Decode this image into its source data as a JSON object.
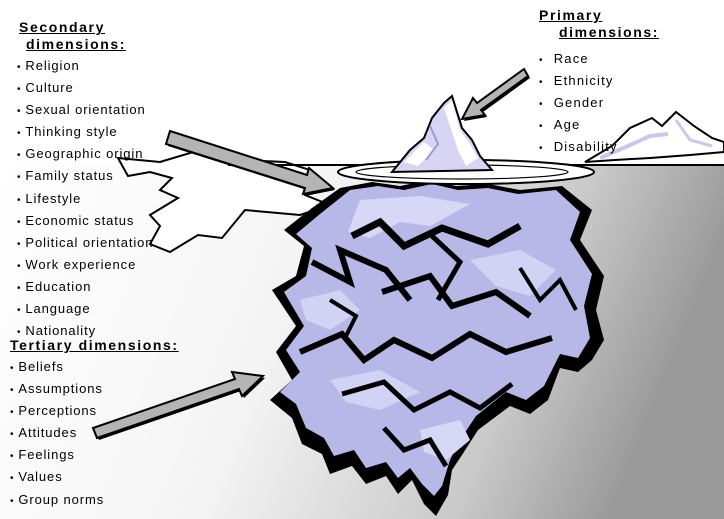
{
  "secondary": {
    "heading_line1": "Secondary",
    "heading_line2": "dimensions:",
    "items": [
      "Religion",
      "Culture",
      "Sexual orientation",
      "Thinking style",
      "Geographic origin",
      "Family status",
      "Lifestyle",
      "Economic status",
      "Political orientation",
      "Work experience",
      "Education",
      "Language",
      "Nationality"
    ]
  },
  "primary": {
    "heading_line1": "Primary",
    "heading_line2": "dimensions:",
    "items": [
      "Race",
      "Ethnicity",
      "Gender",
      "Age",
      "Disability"
    ]
  },
  "tertiary": {
    "heading": "Tertiary dimensions:",
    "items": [
      "Beliefs",
      "Assumptions",
      "Perceptions",
      "Attitudes",
      "Feelings",
      "Values",
      "Group norms"
    ]
  },
  "colors": {
    "iceberg": "#b8b8e8",
    "iceberg_highlight": "#d6d6f4",
    "arrow_fill": "#b4b4b4",
    "outline": "#000000"
  }
}
